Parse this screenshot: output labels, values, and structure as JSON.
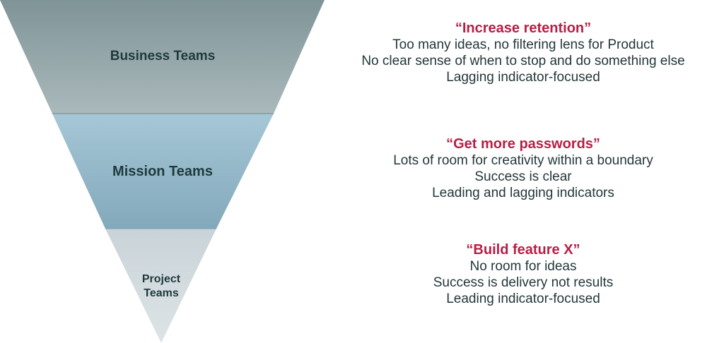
{
  "funnel": {
    "segments": [
      {
        "label_lines": [
          "Business Teams"
        ],
        "color_top": "#7f9497",
        "color_bottom": "#aab9bb"
      },
      {
        "label_lines": [
          "Mission Teams"
        ],
        "color_top": "#a6c7d6",
        "color_bottom": "#82a9bb"
      },
      {
        "label_lines": [
          "Project",
          "Teams"
        ],
        "color_top": "#c9d3d8",
        "color_bottom": "#dde4e6"
      }
    ],
    "label_color": "#1f3a3d"
  },
  "descriptions": [
    {
      "title": "“Increase retention”",
      "lines": [
        "Too many ideas, no filtering lens for Product",
        "No clear sense of when to stop and do something else",
        "Lagging indicator-focused"
      ]
    },
    {
      "title": "“Get more passwords”",
      "lines": [
        "Lots of room for creativity within a boundary",
        "Success is clear",
        "Leading and lagging indicators"
      ]
    },
    {
      "title": "“Build feature X”",
      "lines": [
        "No room for ideas",
        "Success is delivery not results",
        "Leading indicator-focused"
      ]
    }
  ],
  "colors": {
    "title_accent": "#b81e45",
    "body_text": "#24373a"
  }
}
